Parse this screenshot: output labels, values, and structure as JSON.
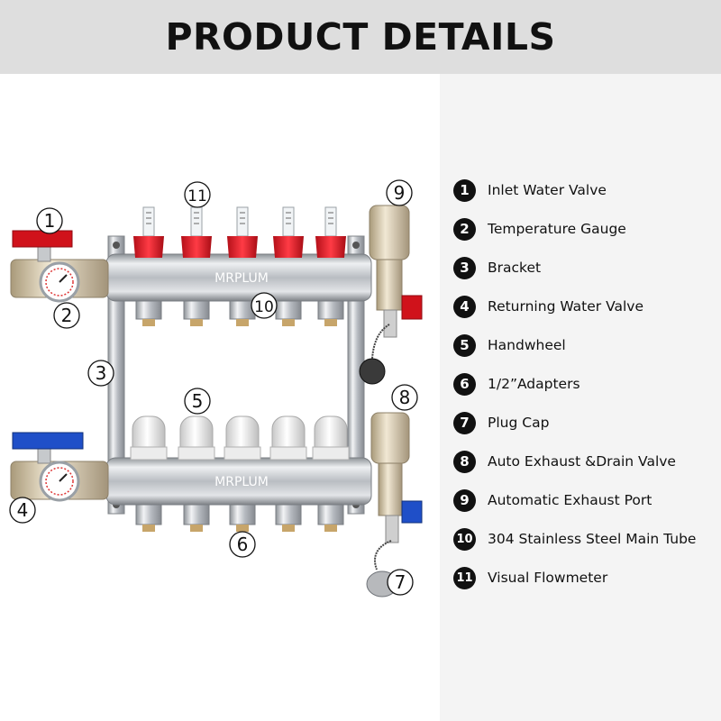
{
  "header": {
    "title": "PRODUCT DETAILS"
  },
  "product": {
    "brand_top": "MRPLUM",
    "brand_bottom": "MRPLUM",
    "callouts": [
      "1",
      "2",
      "3",
      "4",
      "5",
      "6",
      "7",
      "8",
      "9",
      "10",
      "11"
    ],
    "colors": {
      "red_handle": "#d0121b",
      "blue_handle": "#1f4fc8",
      "flowmeter_cap": "#e8232f",
      "steel": "#c9ccd0",
      "brass": "#d9c9a8"
    }
  },
  "legend": {
    "items": [
      {
        "num": "1",
        "label": "Inlet Water Valve"
      },
      {
        "num": "2",
        "label": "Temperature Gauge"
      },
      {
        "num": "3",
        "label": "Bracket"
      },
      {
        "num": "4",
        "label": "Returning Water Valve"
      },
      {
        "num": "5",
        "label": "Handwheel"
      },
      {
        "num": "6",
        "label": "1/2”Adapters"
      },
      {
        "num": "7",
        "label": "Plug Cap"
      },
      {
        "num": "8",
        "label": "Auto Exhaust &Drain Valve"
      },
      {
        "num": "9",
        "label": "Automatic Exhaust Port"
      },
      {
        "num": "10",
        "label": "304 Stainless Steel Main Tube"
      },
      {
        "num": "11",
        "label": "Visual Flowmeter"
      }
    ]
  }
}
